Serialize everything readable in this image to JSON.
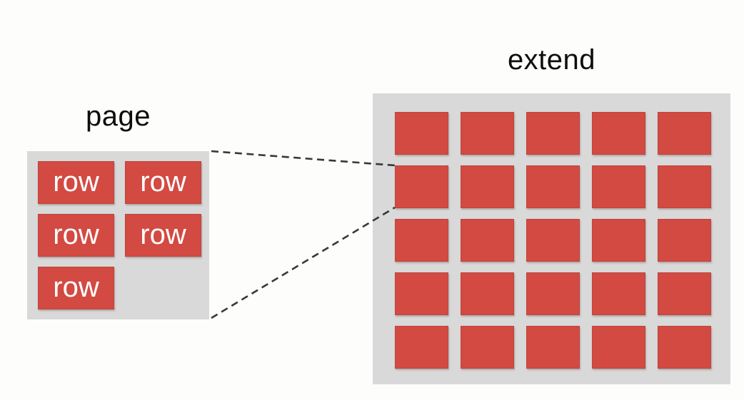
{
  "colors": {
    "background": "#fdfdfb",
    "panel": "#d9d9d9",
    "box_fill": "#d24a42",
    "box_border": "#bd453c",
    "connector_dash": "#383838",
    "title_text": "#0d0d0d",
    "row_text": "#ffffff"
  },
  "page": {
    "title": "page",
    "rows": [
      "row",
      "row",
      "row",
      "row",
      "row"
    ]
  },
  "extend": {
    "title": "extend",
    "grid": {
      "rows": 5,
      "cols": 5,
      "cell_count": 25
    }
  }
}
